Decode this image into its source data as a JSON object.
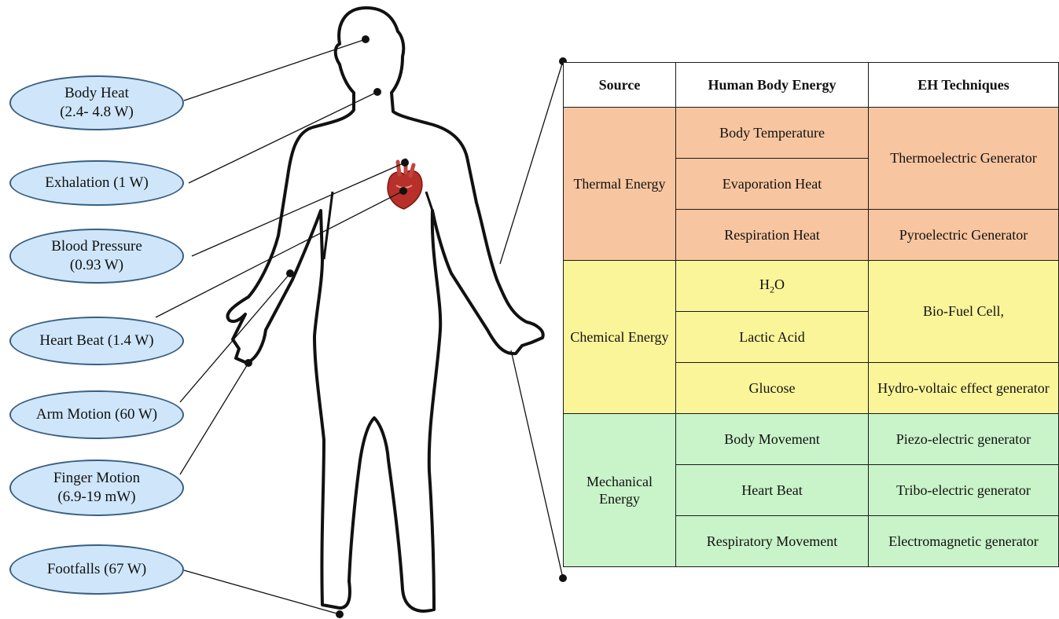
{
  "sources": [
    {
      "line1": "Body Heat",
      "line2": "(2.4- 4.8 W)"
    },
    {
      "line1": "Exhalation (1 W)",
      "line2": ""
    },
    {
      "line1": "Blood Pressure",
      "line2": "(0.93 W)"
    },
    {
      "line1": "Heart Beat (1.4 W)",
      "line2": ""
    },
    {
      "line1": "Arm Motion (60 W)",
      "line2": ""
    },
    {
      "line1": "Finger Motion",
      "line2": "(6.9-19 mW)"
    },
    {
      "line1": "Footfalls (67 W)",
      "line2": ""
    }
  ],
  "table": {
    "headers": [
      "Source",
      "Human Body Energy",
      "EH Techniques"
    ],
    "groups": [
      {
        "source": "Thermal Energy",
        "energies": [
          "Body Temperature",
          "Evaporation Heat",
          "Respiration Heat"
        ],
        "techniques": [
          "Thermoelectric Generator",
          "Pyroelectric Generator"
        ]
      },
      {
        "source": "Chemical Energy",
        "energies": [
          "H",
          "2",
          "O",
          "Lactic Acid",
          "Glucose"
        ],
        "techniques": [
          "Bio-Fuel Cell,",
          "Hydro-voltaic effect generator"
        ]
      },
      {
        "source": "Mechanical Energy",
        "energies": [
          "Body Movement",
          "Heart Beat",
          "Respiratory Movement"
        ],
        "techniques": [
          "Piezo-electric generator",
          "Tribo-electric generator",
          "Electromagnetic generator"
        ]
      }
    ]
  },
  "colors": {
    "pill_fill": "#cfe6fa",
    "pill_border": "#3a5f83",
    "thermal": "#f7c59f",
    "chemical": "#fbf59a",
    "mechanical": "#c9f3c9"
  },
  "icons": [
    "human-body-outline",
    "heart-icon"
  ]
}
